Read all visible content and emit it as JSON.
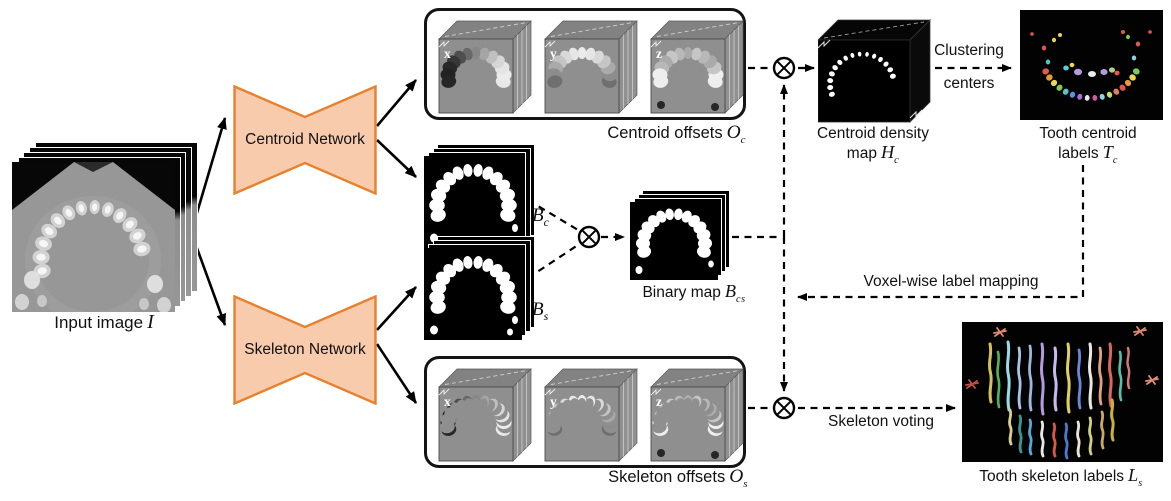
{
  "figure": {
    "input": {
      "label": "Input image",
      "symbol": "I"
    },
    "centroid_network": {
      "label": "Centroid Network"
    },
    "skeleton_network": {
      "label": "Skeleton Network"
    },
    "centroid_offsets": {
      "label": "Centroid offsets",
      "symbol": "O",
      "subscript": "c",
      "axes": [
        "x",
        "y",
        "z"
      ]
    },
    "skeleton_offsets": {
      "label": "Skeleton offsets",
      "symbol": "O",
      "subscript": "s",
      "axes": [
        "x",
        "y",
        "z"
      ]
    },
    "binary_map_c": {
      "symbol": "B",
      "subscript": "c"
    },
    "binary_map_s": {
      "symbol": "B",
      "subscript": "s"
    },
    "binary_map_cs": {
      "label": "Binary map",
      "symbol": "B",
      "subscript": "cs"
    },
    "centroid_density": {
      "line1": "Centroid density",
      "line2": "map",
      "symbol": "H",
      "subscript": "c"
    },
    "tooth_centroid": {
      "line1": "Tooth centroid",
      "line2": "labels",
      "symbol": "T",
      "subscript": "c"
    },
    "tooth_skeleton": {
      "label": "Tooth skeleton labels",
      "symbol": "L",
      "subscript": "s"
    },
    "edges": {
      "clustering_line1": "Clustering",
      "clustering_line2": "centers",
      "voxel_mapping": "Voxel-wise label mapping",
      "skeleton_voting": "Skeleton voting"
    },
    "colors": {
      "network_fill": "#F8CBAD",
      "network_stroke": "#E8802D",
      "outline": "#141414"
    }
  }
}
